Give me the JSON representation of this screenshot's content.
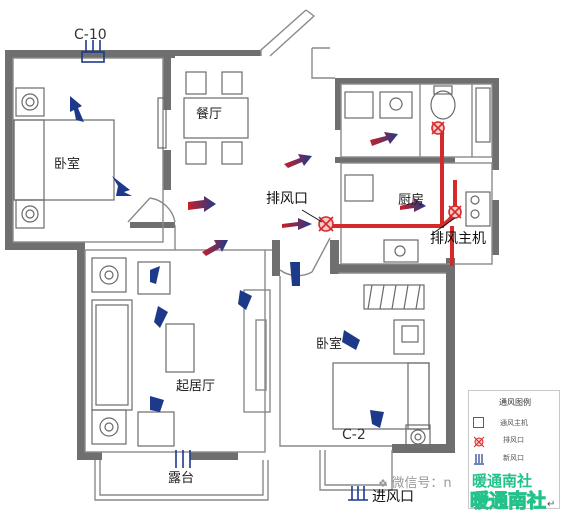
{
  "rooms": {
    "bedroom_left": "卧室",
    "dining": "餐厅",
    "kitchen": "厨房",
    "bedroom_right": "卧室",
    "living": "起居厅",
    "balcony": "露台"
  },
  "codes": {
    "c10": "C-10",
    "c2": "C-2"
  },
  "callouts": {
    "exhaust": "排风口",
    "main_unit": "排风主机",
    "intake": "进风口"
  },
  "legend": {
    "title": "通风图例",
    "items": [
      "通风主机",
      "排风口",
      "新风口"
    ]
  },
  "watermark": {
    "wechat": "微信号：n",
    "brand_top": "暖通南社",
    "brand_bottom": "暖通南社",
    "mark": "↵"
  },
  "colors": {
    "wall": "#6f6f6f",
    "exhaust_duct": "#d42a2a",
    "arrow_red": "#c8202a",
    "arrow_blue": "#1d3a8a",
    "brand_green": "#22c28a"
  }
}
